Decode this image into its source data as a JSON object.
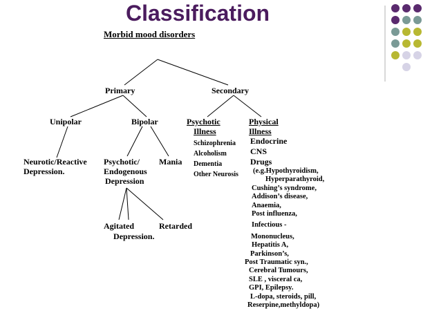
{
  "title": "Classification",
  "root": "Morbid mood disorders",
  "primary": "Primary",
  "secondary": "Secondary",
  "unipolar": "Unipolar",
  "bipolar": "Bipolar",
  "psychotic_line1": "Psychotic",
  "psychotic_line2": "Illness",
  "psychotic_items": [
    "Schizophrenia",
    "Alcoholism",
    "Dementia",
    "Other Neurosis"
  ],
  "physical_line1": "Physical",
  "physical_line2": "Illness",
  "physical_items": [
    "Endocrine",
    "CNS",
    "Drugs"
  ],
  "neurotic_line1": "Neurotic/Reactive",
  "neurotic_line2": "Depression.",
  "endogenous_line1": "Psychotic/",
  "endogenous_line2": "Endogenous",
  "endogenous_line3": "Depression",
  "mania": "Mania",
  "agitated": "Agitated",
  "retarded": "Retarded",
  "agitated_depression": "Depression.",
  "physical_examples": [
    "(e.g.Hypothyroidism,",
    "Hyperparathyroid,",
    "Cushing’s syndrome,",
    "Addison’s disease,",
    "Anaemia,",
    "Post influenza,",
    "Infectious -",
    "Mononucleus,",
    "Hepatitis A,",
    "Parkinson’s,",
    "Post Traumatic syn.,",
    "Cerebral Tumours,",
    "SLE , visceral ca,",
    "GPI, Epilepsy.",
    "L-dopa, steroids, pill,",
    "Reserpine,methyldopa)"
  ],
  "colors": {
    "title": "#4b1c5e",
    "purple": "#5a2a6e",
    "teal": "#7a9a96",
    "olive": "#b8b832",
    "lavender": "#d6d3e6"
  }
}
